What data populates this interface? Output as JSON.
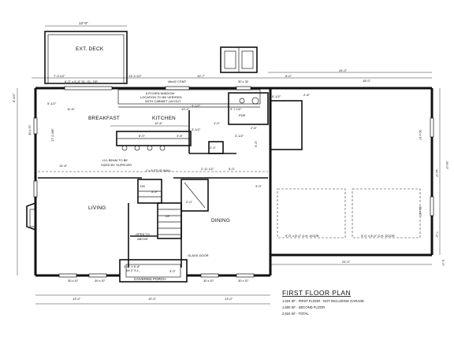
{
  "title_block": {
    "title": "FIRST FLOOR PLAN",
    "lines": [
      "1,024 SF - FIRST FLOOR - NOT INCLUDING GARAGE",
      "1,600 SF - SECOND FLOOR",
      "2,624 SF - TOTAL"
    ]
  },
  "rooms": {
    "ext_deck": "EXT. DECK",
    "breakfast": "BREAKFAST",
    "kitchen": "KITCHEN",
    "living": "LIVING",
    "dining": "DINING",
    "covered_porch": "COVERED PORCH",
    "open_to_above": "OPEN TO\nABOVE"
  },
  "notes": {
    "kitchen_window": "KITCHEN WINDOW LOCATION TO BE VERIFIED WITH CABINET LAYOUT",
    "csmt": "48x42 CSMT",
    "sl_gl_dr": "6'-0\" x 6'-8\" SL. GL. DR",
    "lvl_beam": "LVL BEAM TO BE SIZED BY SUPPLIER",
    "stud_wall": "2 x 8 STUD WALL",
    "glass_door": "GLASS DOOR",
    "porch_door": "3'-0\" X 6'-8\" W/ 2' S.L.",
    "pdr": "PDR",
    "dn": "DN",
    "up": "UP",
    "garage_door_left": "9'-0\" x 8'-0\" O.H. DOOR",
    "garage_door_right": "9'-0\" x 8'-0\" O.H. DOOR",
    "window_30x57": "30 x 57",
    "window_30x32": "30 x 32"
  },
  "dimensions": {
    "deck_width": "12'-0\"",
    "deck_left": "7'-3 1/2\"",
    "deck_right": "13'-3 1/2\"",
    "top_10_7": "10'-7\"",
    "top_18_0": "18'-0\"",
    "top_24_0": "24'-0\"",
    "top_8_0": "8'-0\"",
    "kitchen_13_4": "13'-4\"",
    "kitchen_12_6": "12'-6\"",
    "island_8_0": "8'-0\"",
    "d_5_half": "5'-1/2\"",
    "d_11_6": "11'-6\"",
    "d_14_6": "14'-6\"",
    "d_17_0": "17'-0 3/8\"",
    "d_3_half": "3'-1/2\"",
    "d_3_6": "3'-6\"",
    "d_4_0": "4'-0\"",
    "d_2_4": "2'-4\"",
    "d_2_11": "2'-11 1/2\"",
    "d_5_0": "5'-0\"",
    "d_9_7": "9'-7 1/2\"",
    "d_2_6": "2'-6\"",
    "d_3_0": "3'-0\"",
    "d_2_8": "2'-8\"",
    "d_9_0": "9'-0\"",
    "d_8_half": "8'-1/2\"",
    "d_side_31": "31'-0\"",
    "d_side_8_half": "8'-1/2\"",
    "d_side_right_26": "26'-0\"",
    "d_right_14": "14'-0\"",
    "d_right_7": "7'-0\"",
    "d_right_5": "5'-0\"",
    "d_bottom_13a": "13'-0\"",
    "d_bottom_10": "10'-0\"",
    "d_bottom_13b": "13'-0\"",
    "d_bottom_24": "24'-0\"",
    "porch_3_0": "3'-0\"",
    "stair_3_9": "3'-9\""
  }
}
